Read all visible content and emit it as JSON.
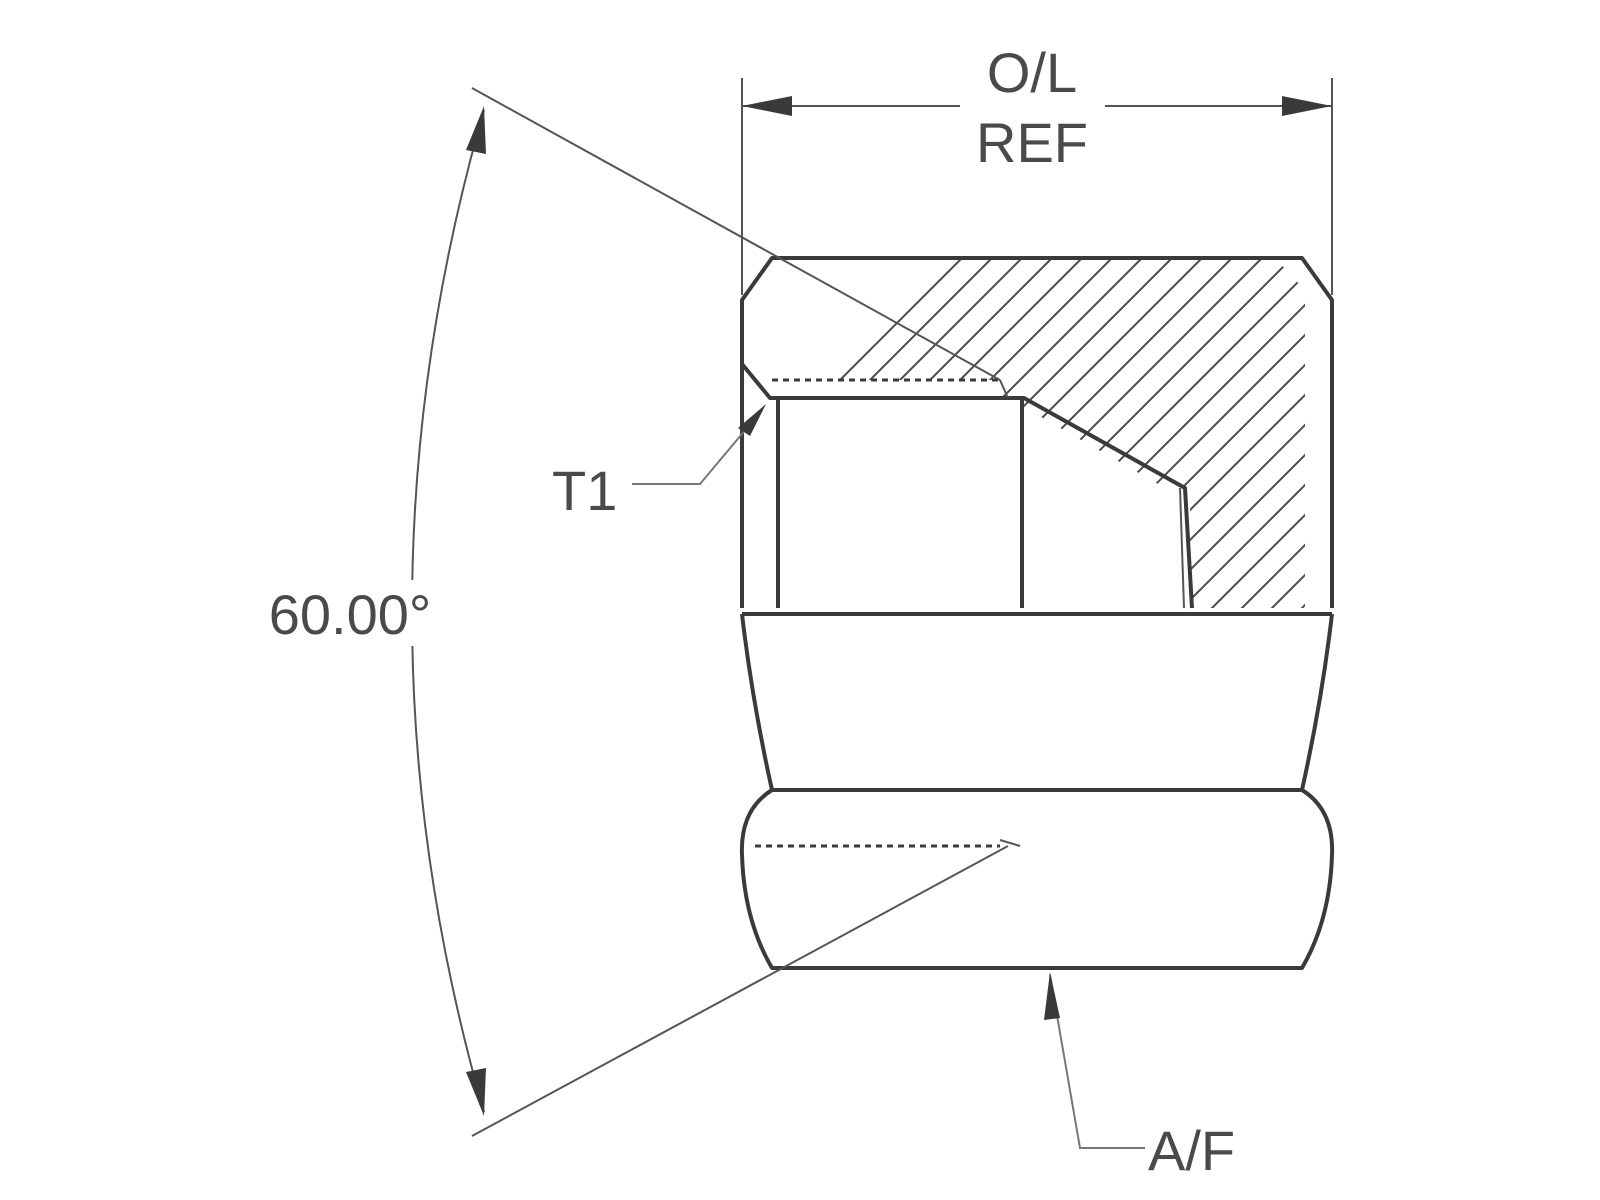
{
  "labels": {
    "overall_length_line1": "O/L",
    "overall_length_line2": "REF",
    "thread": "T1",
    "angle": "60.00°",
    "across_flats": "A/F"
  },
  "colors": {
    "line": "#3a3a3a",
    "text": "#4a4a4a",
    "background": "#ffffff"
  }
}
